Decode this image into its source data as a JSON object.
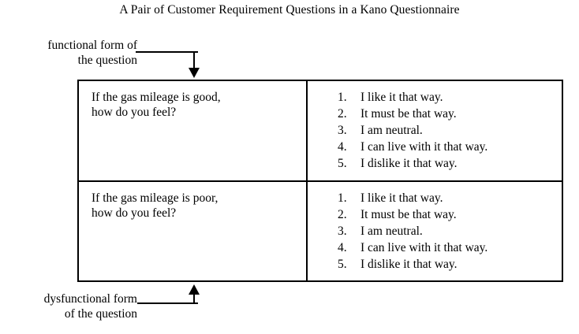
{
  "figure": {
    "title": "A Pair of Customer Requirement Questions in a Kano Questionnaire",
    "background_color": "#ffffff",
    "line_color": "#000000",
    "text_color": "#000000"
  },
  "annotations": {
    "functional": {
      "line1": "functional form of",
      "line2": "the question",
      "arrow": "down-arrow-icon"
    },
    "dysfunctional": {
      "line1": "dysfunctional form",
      "line2": "of the question",
      "arrow": "up-arrow-icon"
    }
  },
  "table": {
    "rows": [
      {
        "question": "If the gas mileage is good,\nhow do you feel?",
        "answers": [
          {
            "number": "1.",
            "text": "I like it that way."
          },
          {
            "number": "2.",
            "text": "It must be that way."
          },
          {
            "number": "3.",
            "text": "I am neutral."
          },
          {
            "number": "4.",
            "text": "I can live with it that way."
          },
          {
            "number": "5.",
            "text": "I dislike it that way."
          }
        ]
      },
      {
        "question": "If the gas mileage is poor,\nhow do you feel?",
        "answers": [
          {
            "number": "1.",
            "text": "I like it that way."
          },
          {
            "number": "2.",
            "text": "It must be that way."
          },
          {
            "number": "3.",
            "text": "I am neutral."
          },
          {
            "number": "4.",
            "text": "I can live with it that way."
          },
          {
            "number": "5.",
            "text": "I dislike it that way."
          }
        ]
      }
    ]
  }
}
